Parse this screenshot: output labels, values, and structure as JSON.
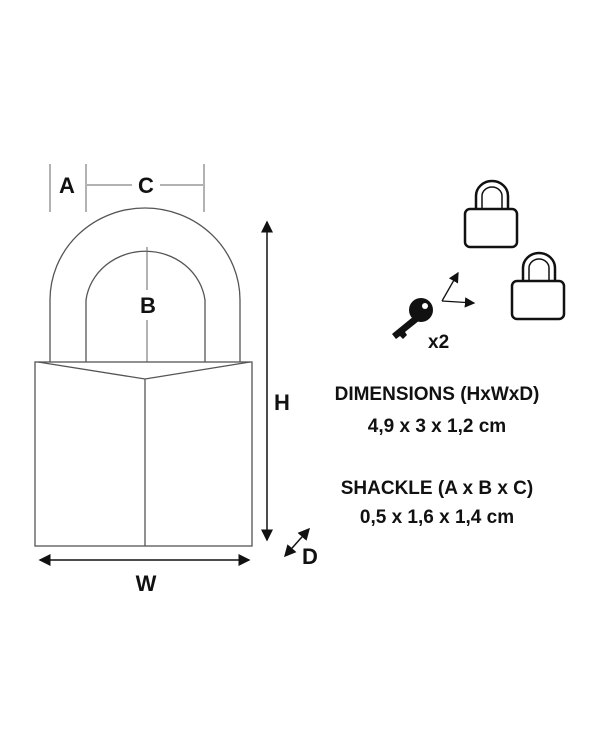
{
  "labels": {
    "a": "A",
    "b": "B",
    "c": "C",
    "h": "H",
    "w": "W",
    "d": "D"
  },
  "keys": {
    "count": "x2"
  },
  "specs": {
    "dimensions_title": "DIMENSIONS (HxWxD)",
    "dimensions_value": "4,9 x 3 x 1,2 cm",
    "shackle_title": "SHACKLE (A x B x C)",
    "shackle_value": "0,5 x 1,6 x 1,4 cm"
  },
  "colors": {
    "line": "#555555",
    "text": "#111111"
  }
}
